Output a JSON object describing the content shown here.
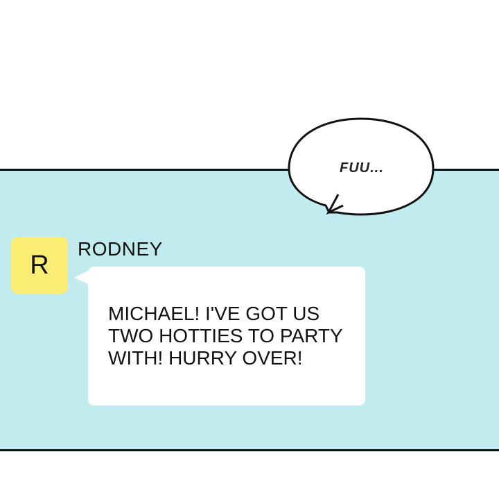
{
  "scene": {
    "panel_color": "#c2ebef",
    "avatar_color": "#fbed74",
    "outline_color": "#111111"
  },
  "speech_balloon": {
    "text": "FUU..."
  },
  "chat": {
    "avatar_letter": "R",
    "sender_name": "RODNEY",
    "message": "MICHAEL! I'VE GOT US\nTWO HOTTIES TO PARTY\nWITH! HURRY OVER!"
  }
}
